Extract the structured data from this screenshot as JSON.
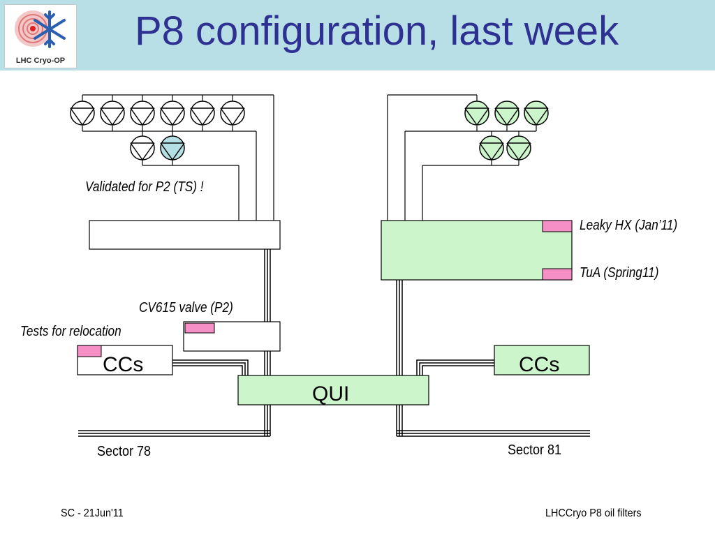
{
  "slide": {
    "title": "P8 configuration, last week",
    "logo_text": "LHC Cryo-OP",
    "footer_left": "SC - 21Jun'11",
    "footer_right": "LHCCryo P8 oil filters"
  },
  "diagram": {
    "annotations": {
      "validated": "Validated for P2 (TS) !",
      "cv615": "CV615 valve (P2)",
      "relocation": "Tests for relocation",
      "leaky_hx": "Leaky HX (Jan’11)",
      "tua": "TuA (Spring11)"
    },
    "boxes": {
      "ccs_left": "CCs",
      "ccs_right": "CCs",
      "qui": "QUI"
    },
    "sectors": {
      "left": "Sector 78",
      "right": "Sector 81"
    },
    "colors": {
      "header_bg": "#b8dfe6",
      "title": "#2e3192",
      "green_fill": "#ccf5cc",
      "cyan_fill": "#b4dfe4",
      "pink_fill": "#f58fc6"
    }
  }
}
